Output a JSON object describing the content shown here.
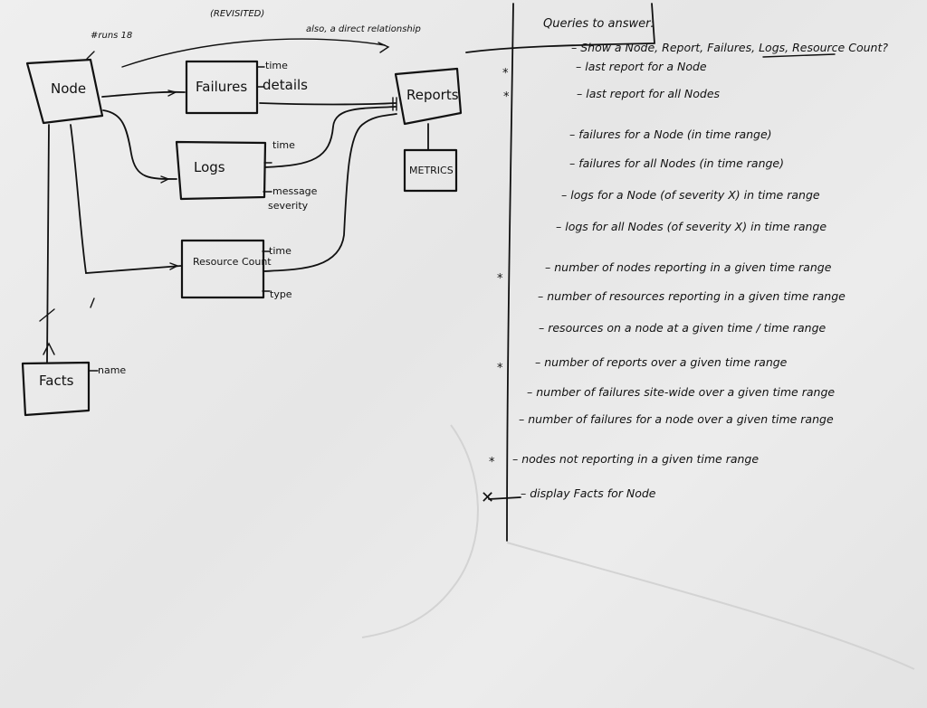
{
  "diagram": {
    "annotations": {
      "revisited": "(REVISITED)",
      "direct_relationship": "also, a direct relationship",
      "node_note": "#runs 18"
    },
    "entities": {
      "node": "Node",
      "failures": "Failures",
      "reports": "Reports",
      "metrics": "METRICS",
      "logs": "Logs",
      "resource_count": "Resource Count",
      "facts": "Facts"
    },
    "attributes": {
      "failures_time": "time",
      "failures_details": "details",
      "logs_time": "time",
      "logs_message": "message",
      "logs_severity": "severity",
      "resource_time": "time",
      "resource_type": "type",
      "facts_name": "name"
    }
  },
  "queries": {
    "heading": "Queries to answer:",
    "items": [
      {
        "text": "– Show a Node, Report, Failures, Logs, Resource Count?",
        "star": ""
      },
      {
        "text": "– last report for a Node",
        "star": "*"
      },
      {
        "text": "– last report for all Nodes",
        "star": "*"
      },
      {
        "text": "– failures for a Node (in time range)",
        "star": ""
      },
      {
        "text": "– failures for all Nodes (in time range)",
        "star": ""
      },
      {
        "text": "– logs for a Node (of severity X) in time range",
        "star": ""
      },
      {
        "text": "– logs for all Nodes (of severity X) in time range",
        "star": ""
      },
      {
        "text": "– number of nodes reporting in a given time range",
        "star": "*"
      },
      {
        "text": "– number of resources reporting in a given time range",
        "star": ""
      },
      {
        "text": "– resources on a node at a given time / time range",
        "star": ""
      },
      {
        "text": "– number of reports over a given time range",
        "star": "*"
      },
      {
        "text": "– number of failures site-wide over a given time range",
        "star": ""
      },
      {
        "text": "– number of failures for a node over a given time range",
        "star": ""
      },
      {
        "text": "– nodes not reporting in a given time range",
        "star": "*"
      },
      {
        "text": "– display Facts for Node",
        "star": "✕"
      }
    ]
  }
}
